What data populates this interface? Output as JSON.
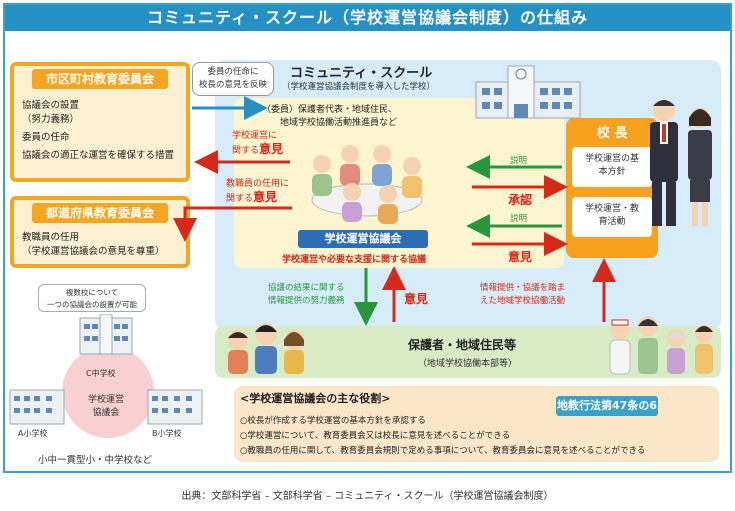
{
  "title": "コミュニティ・スクール（学校運営協議会制度）の仕組み",
  "municipal": {
    "header": "市区町村教育委員会",
    "lines": [
      "協議会の設置",
      "（努力義務）",
      "委員の任命",
      "協議会の適正な運営を確保する措置"
    ]
  },
  "prefecture": {
    "header": "都道府県教育委員会",
    "lines": [
      "教職員の任用",
      "（学校運営協議会の意見を尊重）"
    ]
  },
  "bubble": {
    "line1": "委員の任命に",
    "line2": "校長の意見を反映"
  },
  "cs": {
    "title": "コミュニティ・スクール",
    "subtitle": "（学校運営協議会制度を導入した学校）"
  },
  "members": {
    "line1": "（委員）保護者代表・地域住民、",
    "line2": "地域学校協働活動推進員など"
  },
  "opinion_school": {
    "line1": "学校運営に",
    "line2": "関する",
    "emph": "意見"
  },
  "opinion_staff": {
    "line1": "教職員の任用に",
    "line2": "関する",
    "emph": "意見"
  },
  "council": {
    "label": "学校運営協議会",
    "caption": "学校運営や必要な支援に関する協議"
  },
  "principal": {
    "label": "校 長",
    "policy": "学校運営の基本方針",
    "activity": "学校運営・教育活動"
  },
  "arrows": {
    "explain1": "説明",
    "approve": "承認",
    "explain2": "説明",
    "opinion": "意見",
    "opinion_residents": "意見"
  },
  "left_caption": {
    "line1": "協議の結果に関する",
    "line2": "情報提供の努力義務"
  },
  "right_caption": {
    "line1": "情報提供・協議を踏ま",
    "line2": "えた地域学校協働活動"
  },
  "residents": {
    "title": "保護者・地域住民等",
    "subtitle": "（地域学校協働本部等）"
  },
  "multi": {
    "caption_line1": "複数校について",
    "caption_line2": "一つの協議会の設置が可能",
    "c_school": "C中学校",
    "a_school": "A小学校",
    "b_school": "B小学校",
    "council_line1": "学校運営",
    "council_line2": "協議会",
    "footer": "小中一貫型小・中学校など"
  },
  "roles": {
    "title": "<学校運営協議会の主な役割>",
    "law": "地教行法第47条の6",
    "items": [
      "○校長が作成する学校運営の基本方針を承認する",
      "○学校運営について、教育委員会又は校長に意見を述べることができる",
      "○教職員の任用に関して、教育委員会規則で定める事項について、教育委員会に意見を述べることができる"
    ]
  },
  "source": "出典：文部科学省 – 文部科学省 – コミュニティ・スクール（学校運営協議会制度）",
  "colors": {
    "blue": "#2490c4",
    "orange": "#f4a622",
    "red": "#d7281a",
    "green": "#27973c"
  }
}
